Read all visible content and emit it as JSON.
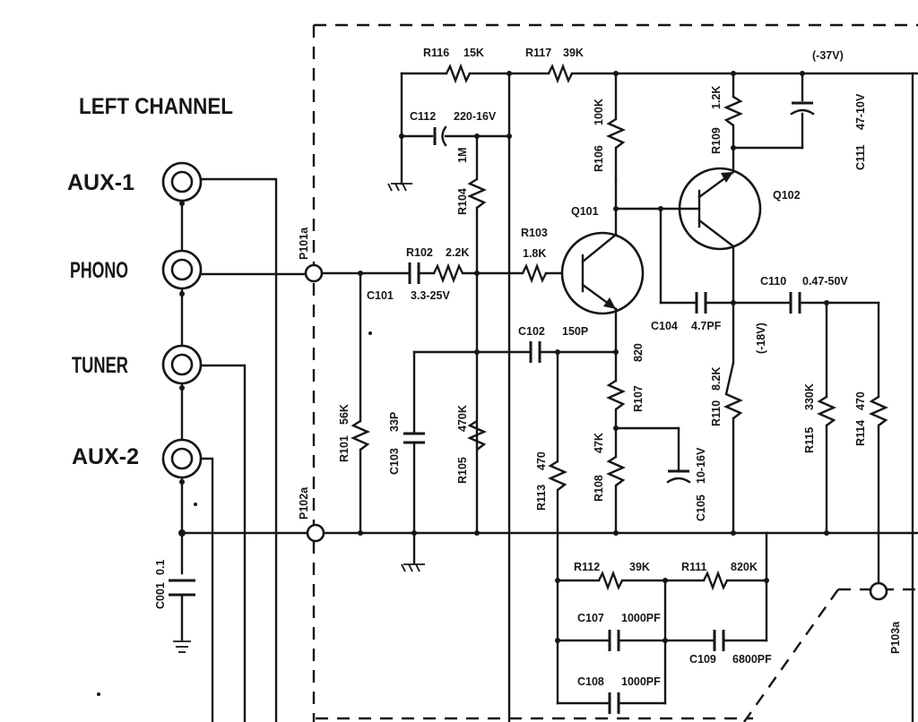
{
  "title": "LEFT CHANNEL",
  "inputs": [
    "AUX-1",
    "PHONO",
    "TUNER",
    "AUX-2"
  ],
  "rail_voltage": "(-37V)",
  "mid_voltage": "(-18V)",
  "ports": {
    "p101": "P101a",
    "p102": "P102a",
    "p103": "P103a"
  },
  "transistors": {
    "q101": "Q101",
    "q102": "Q102"
  },
  "components": {
    "r116": "R116",
    "r116_val": "15K",
    "r117": "R117",
    "r117_val": "39K",
    "c112": "C112",
    "c112_val": "220-16V",
    "r104": "R104",
    "r104_val": "1M",
    "r106": "R106",
    "r106_val": "100K",
    "r109": "R109",
    "r109_val": "1.2K",
    "c111": "C111",
    "c111_val": "47-10V",
    "r102": "R102",
    "r102_val": "2.2K",
    "r103": "R103",
    "r103_val": "1.8K",
    "c101": "C101",
    "c101_val": "3.3-25V",
    "c104": "C104",
    "c104_val": "4.7PF",
    "c110": "C110",
    "c110_val": "0.47-50V",
    "c102": "C102",
    "c102_val": "150P",
    "r107": "R107",
    "r107_val": "820",
    "r101": "R101",
    "r101_val": "56K",
    "c103": "C103",
    "c103_val": "33P",
    "r105": "R105",
    "r105_val": "470K",
    "r113": "R113",
    "r113_val": "470",
    "r108": "R108",
    "r108_val": "47K",
    "c105": "C105",
    "c105_val": "10-16V",
    "r110": "R110",
    "r110_val": "8.2K",
    "r115": "R115",
    "r115_val": "330K",
    "r114": "R114",
    "r114_val": "470",
    "c001": "C001",
    "c001_val": "0.1",
    "r112": "R112",
    "r112_val": "39K",
    "r111": "R111",
    "r111_val": "820K",
    "c107": "C107",
    "c107_val": "1000PF",
    "c109": "C109",
    "c109_val": "6800PF",
    "c108": "C108",
    "c108_val": "1000PF"
  }
}
